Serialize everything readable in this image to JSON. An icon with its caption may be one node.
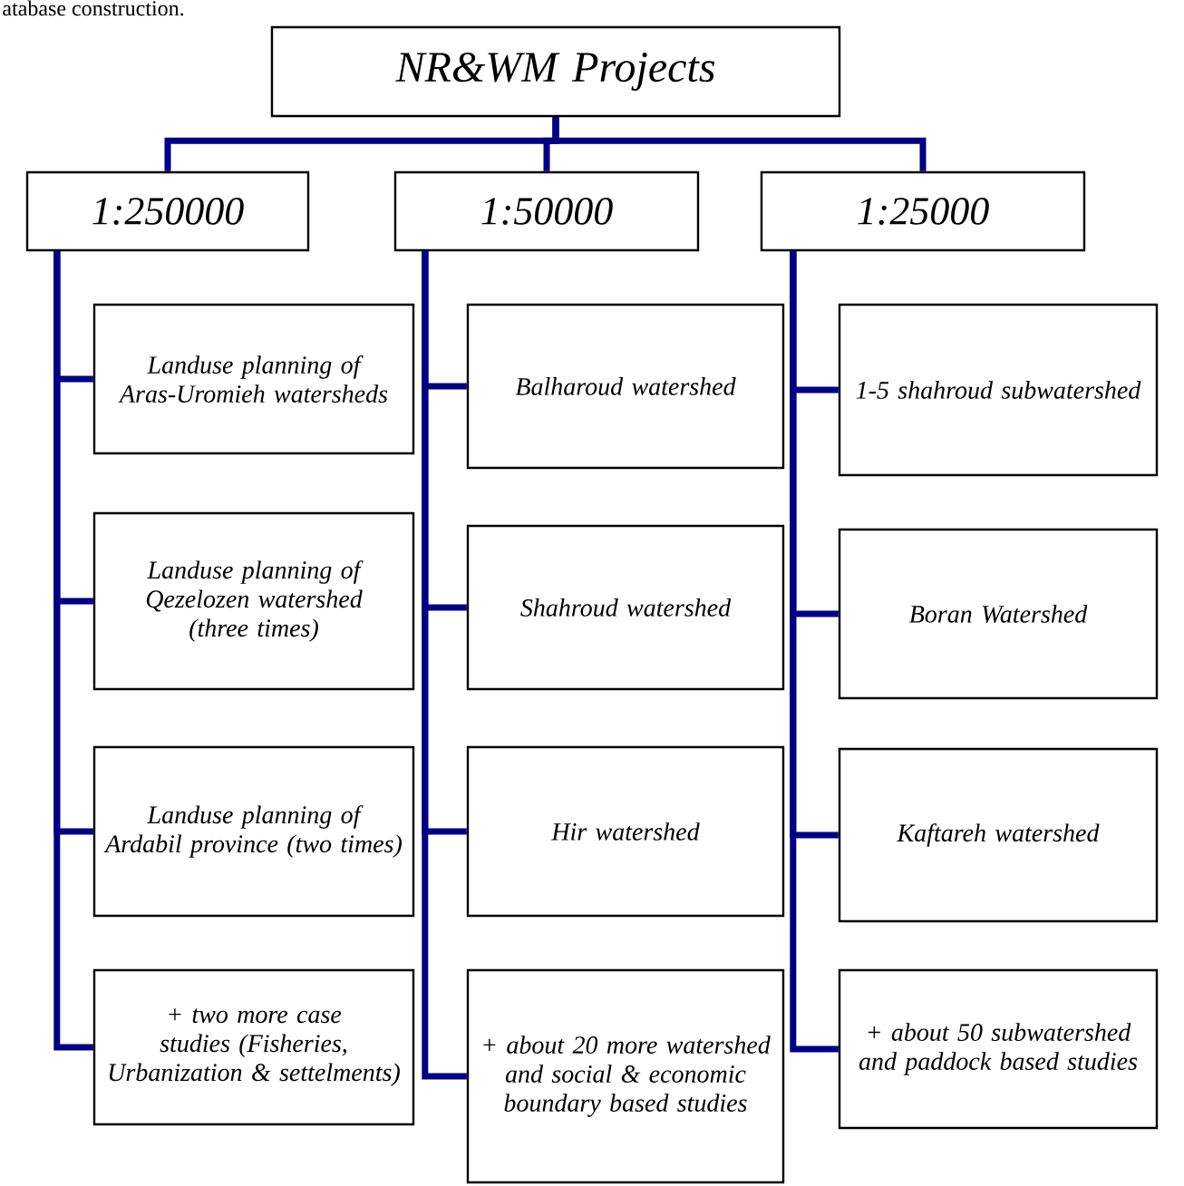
{
  "diagram": {
    "nodes": [
      {
        "text": [
          "NR&WM Projects"
        ]
      },
      {
        "text": [
          "1:250000"
        ]
      },
      {
        "text": [
          "1:50000"
        ]
      },
      {
        "text": [
          "1:25000"
        ]
      },
      {
        "text": [
          "Landuse planning of Aras-Uromieh watersheds"
        ]
      },
      {
        "text": [
          "Landuse planning of Qezelozen watershed (three times)"
        ]
      },
      {
        "text": [
          "Landuse planning of Ardabil province (two times)"
        ]
      },
      {
        "text": [
          "+ two more case studies (Fisheries, Urbanization & settelments)"
        ]
      },
      {
        "text": [
          "Balharoud watershed"
        ]
      },
      {
        "text": [
          "Shahroud watershed"
        ]
      },
      {
        "text": [
          "Hir watershed"
        ]
      },
      {
        "text": [
          "+ about 20 more watershed and social & economic boundary based studies"
        ]
      },
      {
        "text": [
          "1-5 shahroud subwatershed"
        ]
      },
      {
        "text": [
          "Boran Watershed"
        ]
      },
      {
        "text": [
          "Kaftareh watershed"
        ]
      },
      {
        "text": [
          "+ about 50 subwatershed and paddock based studies"
        ]
      }
    ],
    "edges": [
      {
        "from": 0,
        "to": 1,
        "arrow": "none"
      },
      {
        "from": 0,
        "to": 2,
        "arrow": "none"
      },
      {
        "from": 0,
        "to": 3,
        "arrow": "none"
      },
      {
        "from": 1,
        "to": 4,
        "arrow": "none"
      },
      {
        "from": 1,
        "to": 5,
        "arrow": "none"
      },
      {
        "from": 1,
        "to": 6,
        "arrow": "none"
      },
      {
        "from": 1,
        "to": 7,
        "arrow": "none"
      },
      {
        "from": 2,
        "to": 8,
        "arrow": "none"
      },
      {
        "from": 2,
        "to": 9,
        "arrow": "none"
      },
      {
        "from": 2,
        "to": 10,
        "arrow": "none"
      },
      {
        "from": 2,
        "to": 11,
        "arrow": "none"
      },
      {
        "from": 3,
        "to": 12,
        "arrow": "none"
      },
      {
        "from": 3,
        "to": 13,
        "arrow": "none"
      },
      {
        "from": 3,
        "to": 14,
        "arrow": "none"
      },
      {
        "from": 3,
        "to": 15,
        "arrow": "none"
      }
    ],
    "labels": [
      "atabase construction."
    ]
  }
}
